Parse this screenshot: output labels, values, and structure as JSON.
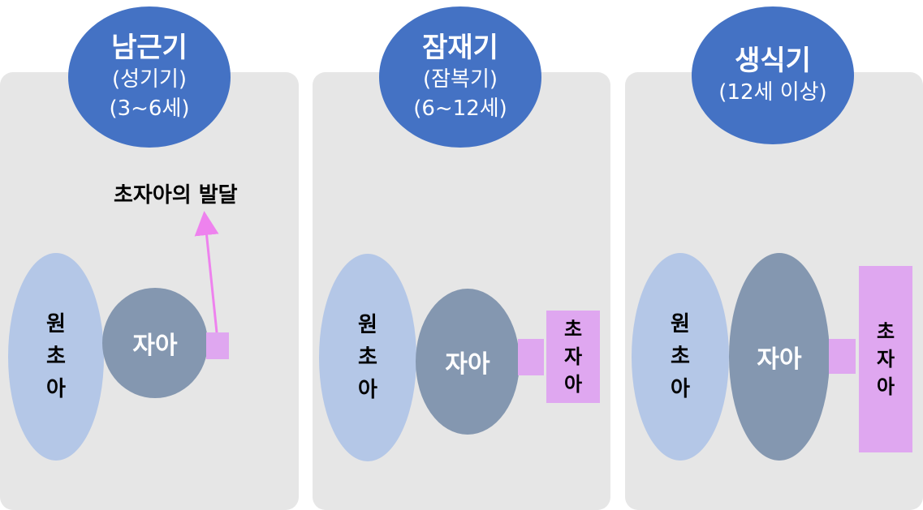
{
  "stages": [
    {
      "title": "남근기",
      "subtitle": "(성기기)",
      "age": "(3~6세)",
      "id_chars": [
        "원",
        "초",
        "아"
      ],
      "ego_label": "자아",
      "development_label": "초자아의 발달"
    },
    {
      "title": "잠재기",
      "subtitle": "(잠복기)",
      "age": "(6~12세)",
      "id_chars": [
        "원",
        "초",
        "아"
      ],
      "ego_label": "자아",
      "superego_chars": [
        "초",
        "자",
        "아"
      ]
    },
    {
      "title": "생식기",
      "age": "(12세 이상)",
      "id_chars": [
        "원",
        "초",
        "아"
      ],
      "ego_label": "자아",
      "superego_chars": [
        "초",
        "자",
        "아"
      ]
    }
  ],
  "colors": {
    "panel": "#e6e6e6",
    "title_oval": "#4472c4",
    "id_oval": "#b4c7e7",
    "ego_oval": "#8497b0",
    "superego": "#dfa7f0",
    "arrow": "#ee82ee"
  }
}
